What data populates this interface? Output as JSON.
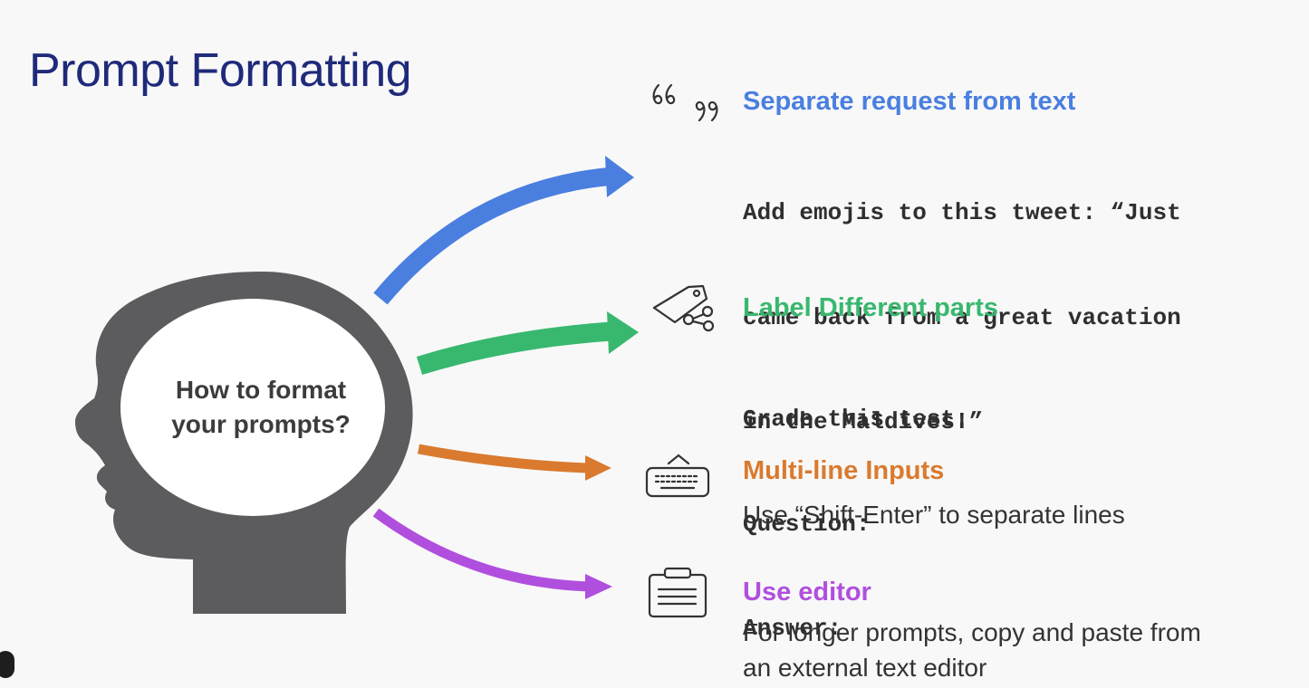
{
  "title": "Prompt Formatting",
  "head": {
    "question_line1": "How to format",
    "question_line2": "your prompts?",
    "fill_color": "#5c5b5e"
  },
  "sections": [
    {
      "id": "separate",
      "icon": "quote-marks-icon",
      "color": "#4a7fe0",
      "title": "Separate request from text",
      "lines": [
        "Add emojis to this tweet: “Just",
        "came back from a great vacation",
        "in the Maldives!”"
      ]
    },
    {
      "id": "label",
      "icon": "tag-network-icon",
      "color": "#38b86f",
      "title": "Label Different parts",
      "lines": [
        "Grade this test.",
        "Question:",
        "Answer:"
      ]
    },
    {
      "id": "multiline",
      "icon": "keyboard-icon",
      "color": "#da7a2e",
      "title": "Multi-line Inputs",
      "lines": [
        "Use “Shift-Enter” to separate lines"
      ]
    },
    {
      "id": "editor",
      "icon": "clipboard-icon",
      "color": "#b04fdd",
      "title": "Use editor",
      "lines": [
        "For longer prompts, copy and paste from",
        "an external text editor"
      ]
    }
  ]
}
